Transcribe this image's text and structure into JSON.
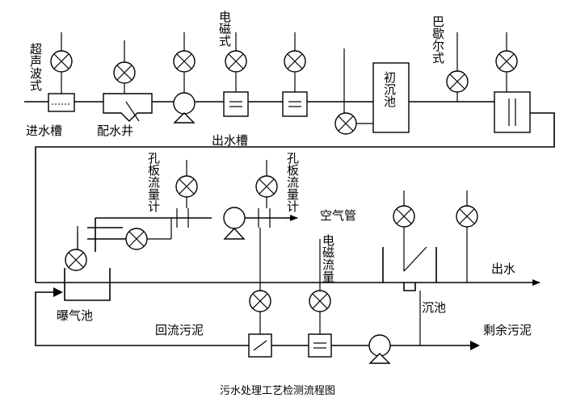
{
  "labels": {
    "inlet_tank": "进水槽",
    "distribution_well": "配水井",
    "outlet_tank": "出水槽",
    "primary_clarifier": "初沉池",
    "aeration_tank": "曝气池",
    "settling_tank": "沉池",
    "return_sludge": "回流污泥",
    "excess_sludge": "剩余污泥",
    "effluent": "出水",
    "air_pipe": "空气管",
    "caption": "污水处理工艺检测流程图"
  },
  "vertical_labels": {
    "ultrasonic": "超声波式",
    "electromagnetic_top": "电磁式",
    "parshall": "巴歇尔式",
    "orifice_left": "孔板流量计",
    "orifice_right": "孔板流量计",
    "electromagnetic_flow": "电磁流量"
  }
}
